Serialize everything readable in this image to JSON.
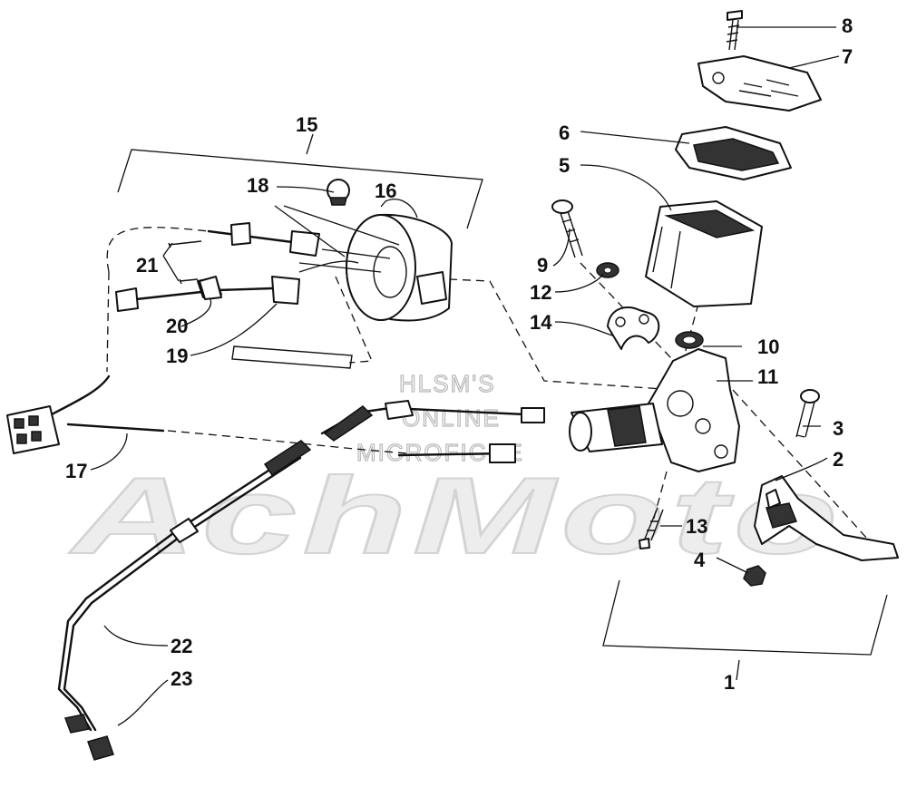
{
  "watermark": {
    "line1": "HLSM'S",
    "line2": "ONLINE",
    "line3": "MICROFICHE",
    "logo": "AchMoto"
  },
  "callouts": {
    "c1": "1",
    "c2": "2",
    "c3": "3",
    "c4": "4",
    "c5": "5",
    "c6": "6",
    "c7": "7",
    "c8": "8",
    "c9": "9",
    "c10": "10",
    "c11": "11",
    "c12": "12",
    "c13": "13",
    "c14": "14",
    "c15": "15",
    "c16": "16",
    "c17": "17",
    "c18": "18",
    "c19": "19",
    "c20": "20",
    "c21": "21",
    "c22": "22",
    "c23": "23"
  }
}
